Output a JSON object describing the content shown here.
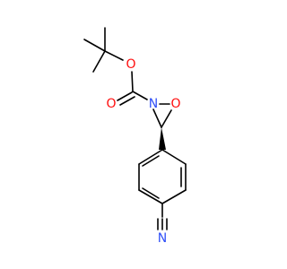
{
  "molecule": {
    "atoms": {
      "O_ester": "O",
      "O_carbonyl": "O",
      "N_ring": "N",
      "O_ring": "O",
      "N_nitrile": "N"
    },
    "colors": {
      "bond": "#000000",
      "oxygen": "#ff0d0d",
      "nitrogen": "#3050f8"
    }
  }
}
